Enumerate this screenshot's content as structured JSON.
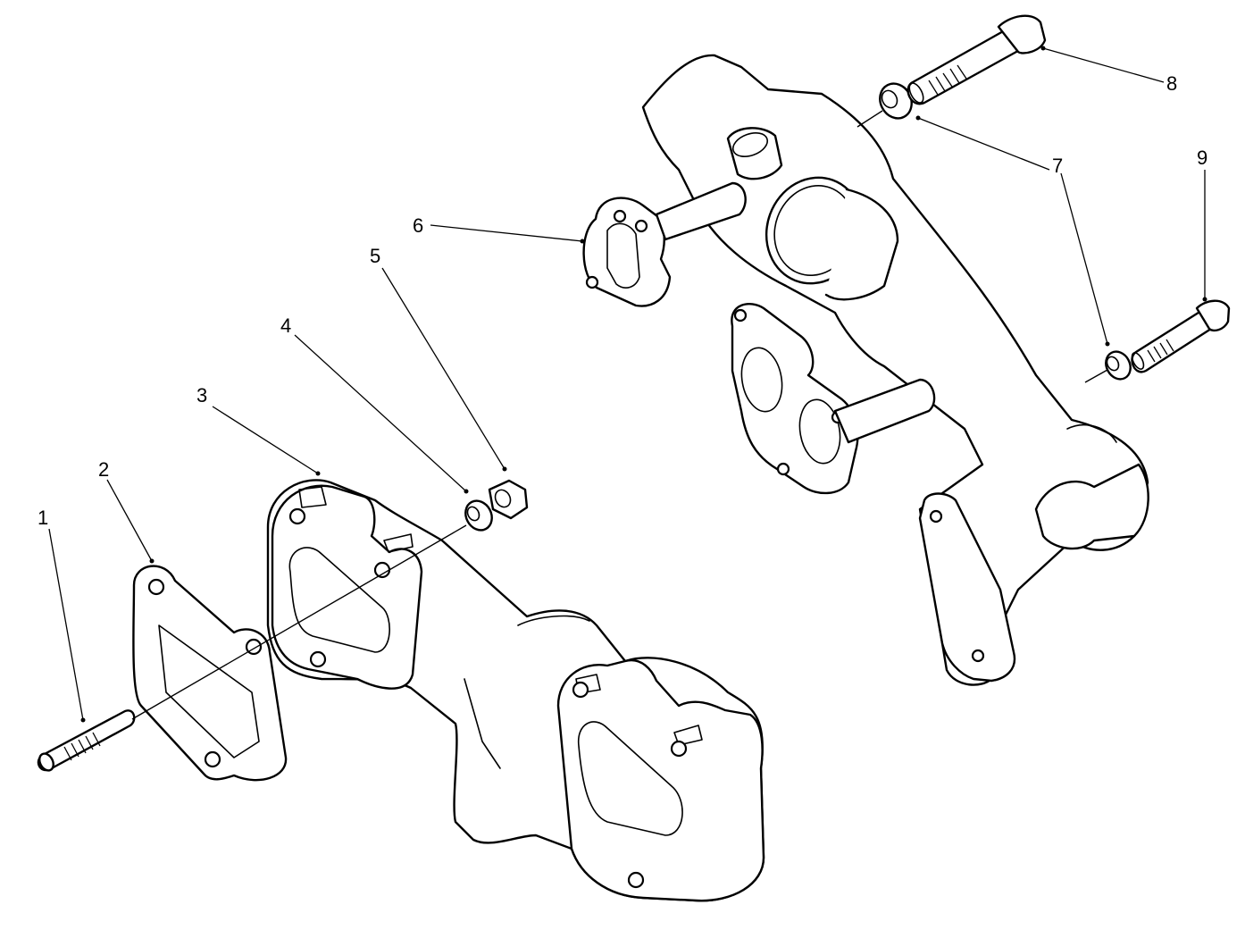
{
  "callouts": [
    {
      "number": "1",
      "part": "stud"
    },
    {
      "number": "2",
      "part": "gasket"
    },
    {
      "number": "3",
      "part": "exhaust-manifold"
    },
    {
      "number": "4",
      "part": "washer"
    },
    {
      "number": "5",
      "part": "nut"
    },
    {
      "number": "6",
      "part": "intake-manifold"
    },
    {
      "number": "7",
      "part": "washer"
    },
    {
      "number": "8",
      "part": "bolt"
    },
    {
      "number": "9",
      "part": "bolt"
    }
  ],
  "style": {
    "line_color": "#000000",
    "background": "#ffffff"
  }
}
